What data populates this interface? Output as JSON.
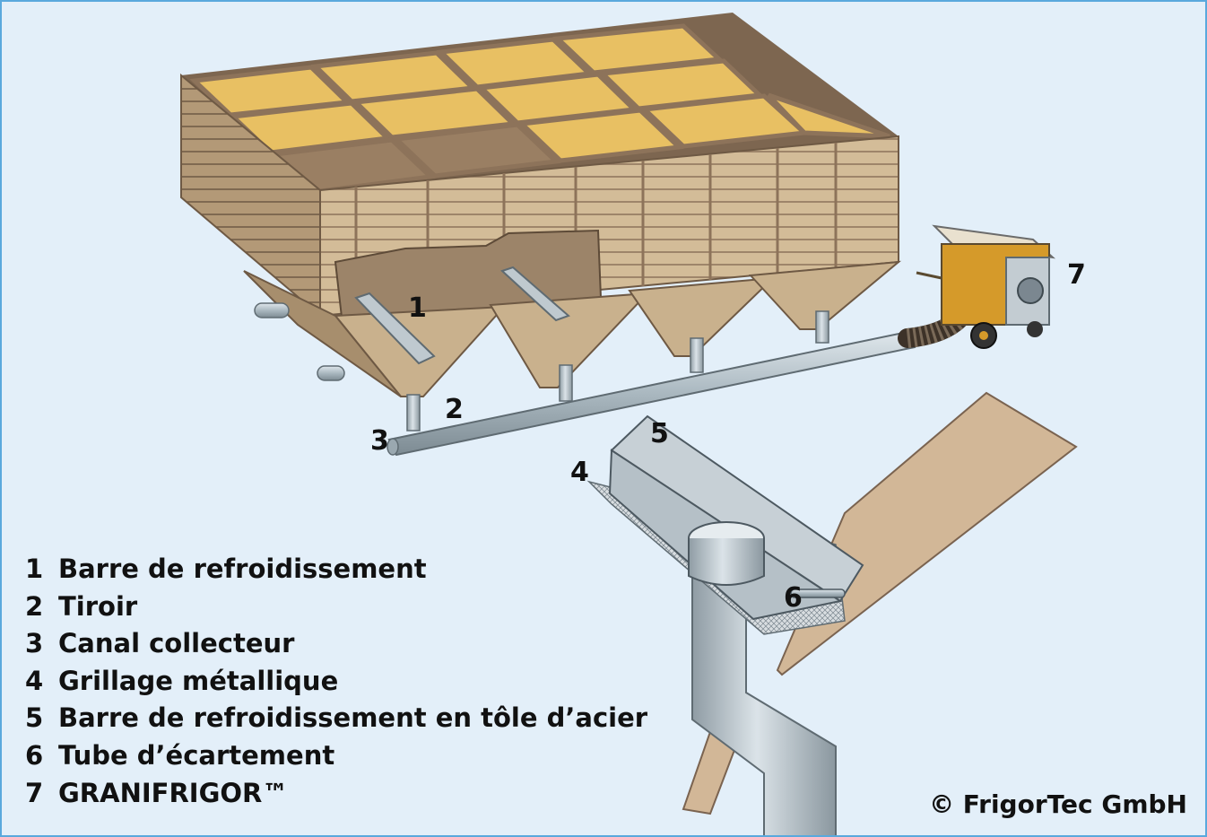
{
  "callouts": {
    "c1": "1",
    "c2": "2",
    "c3": "3",
    "c4": "4",
    "c5": "5",
    "c6": "6",
    "c7": "7"
  },
  "legend": [
    {
      "num": "1",
      "text": "Barre de refroidissement"
    },
    {
      "num": "2",
      "text": "Tiroir"
    },
    {
      "num": "3",
      "text": "Canal collecteur"
    },
    {
      "num": "4",
      "text": "Grillage métallique"
    },
    {
      "num": "5",
      "text": "Barre de refroidissement en tôle d’acier"
    },
    {
      "num": "6",
      "text": "Tube d’écartement"
    },
    {
      "num": "7",
      "text": "GRANIFRIGOR™"
    }
  ],
  "copyright": "© FrigorTec GmbH",
  "colors": {
    "background": "#e3eff9",
    "frame": "#5aa9dd",
    "wood": "#c9b18d",
    "wood_dark": "#8d735a",
    "grain": "#e8c063",
    "pipe": "#aab8c0"
  }
}
